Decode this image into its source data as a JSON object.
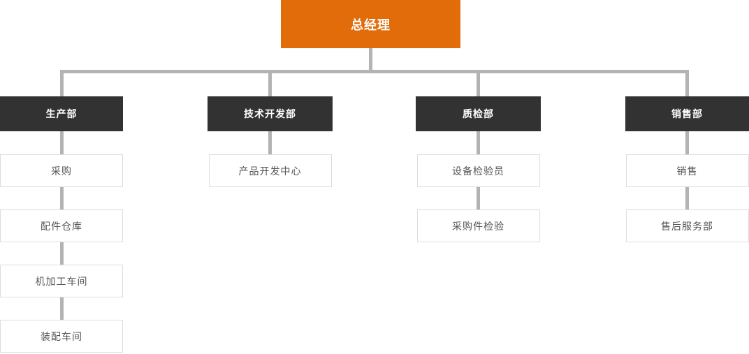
{
  "root": {
    "label": "总经理"
  },
  "departments": [
    {
      "label": "生产部",
      "children": [
        "采购",
        "配件仓库",
        "机加工车间",
        "装配车间"
      ]
    },
    {
      "label": "技术开发部",
      "children": [
        "产品开发中心"
      ]
    },
    {
      "label": "质检部",
      "children": [
        "设备检验员",
        "采购件检验"
      ]
    },
    {
      "label": "销售部",
      "children": [
        "销售",
        "售后服务部"
      ]
    }
  ],
  "colors": {
    "root_bg": "#e26b0a",
    "dept_bg": "#323232",
    "connector": "#b3b3b3",
    "child_border": "#dddddd",
    "child_text": "#555555"
  }
}
